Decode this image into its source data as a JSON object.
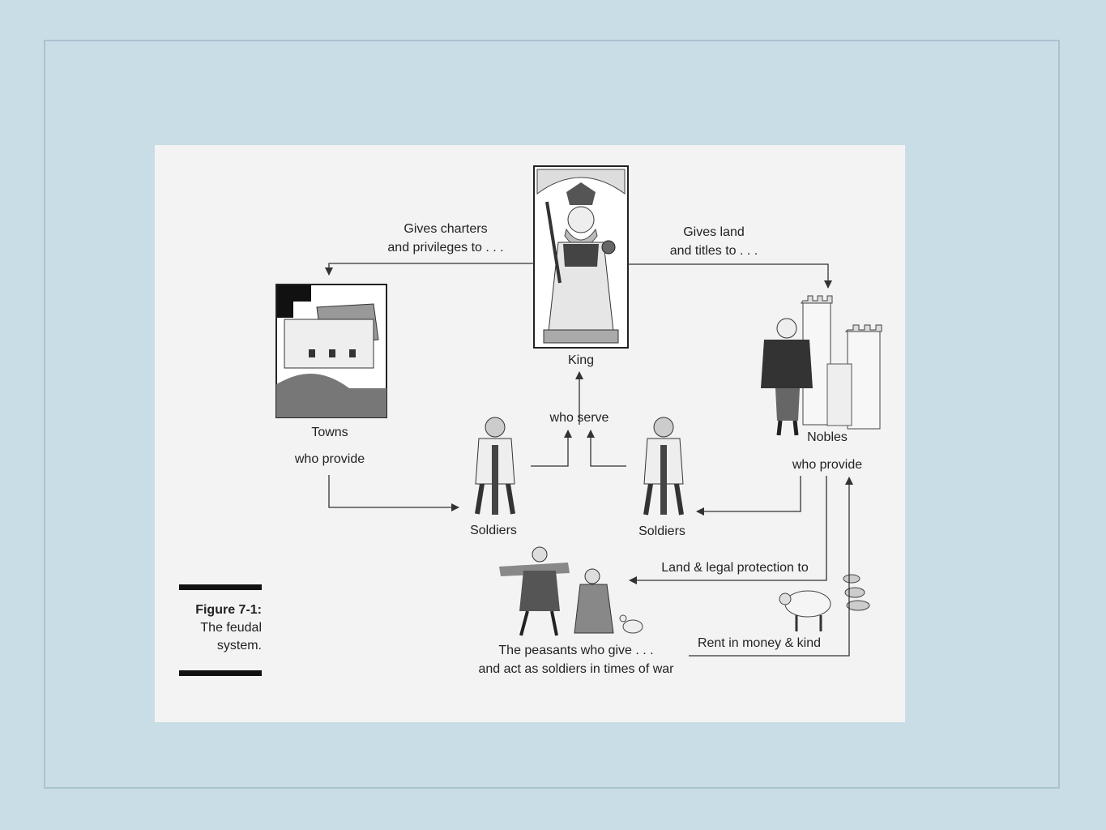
{
  "labels": {
    "gives_charters_1": "Gives charters",
    "gives_charters_2": "and privileges to . . .",
    "gives_land_1": "Gives land",
    "gives_land_2": "and titles to . . .",
    "king": "King",
    "towns": "Towns",
    "towns_who_provide": "who provide",
    "who_serve": "who serve",
    "nobles": "Nobles",
    "nobles_who_provide": "who provide",
    "soldiers_left": "Soldiers",
    "soldiers_right": "Soldiers",
    "land_protection": "Land & legal protection to",
    "rent": "Rent in money & kind",
    "peasants_1": "The peasants who give . . .",
    "peasants_2": "and act as soldiers in times of war"
  },
  "caption": {
    "figure_label": "Figure 7-1:",
    "line1": "The feudal",
    "line2": "system."
  },
  "colors": {
    "page_bg": "#c9dde6",
    "figure_bg": "#f3f3f3",
    "ink": "#222222"
  }
}
